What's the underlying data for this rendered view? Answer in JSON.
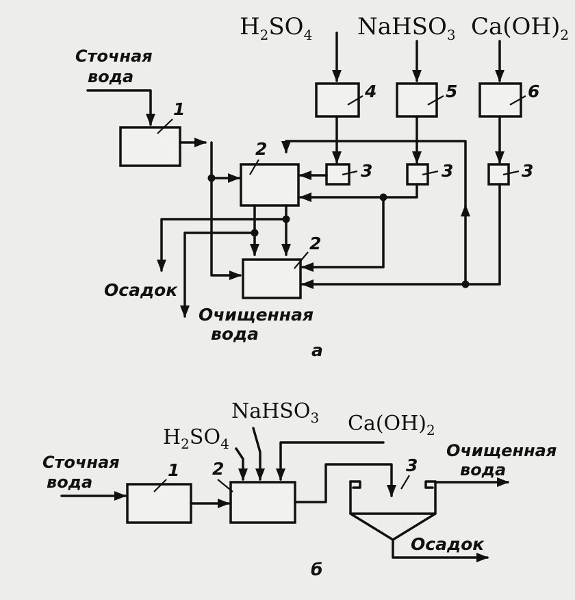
{
  "diagram_a": {
    "reagents": {
      "h2so4": {
        "base_1": "H",
        "sub_1": "2",
        "base_2": "SO",
        "sub_2": "4"
      },
      "nahso3": {
        "base": "NaHSO",
        "sub": "3"
      },
      "caoh2": {
        "base": "Ca(OH)",
        "sub": "2"
      }
    },
    "inflow_line1": "Сточная",
    "inflow_line2": "вода",
    "numbers": {
      "n1": "1",
      "n2_top": "2",
      "n2_bottom": "2",
      "n3_a": "3",
      "n3_b": "3",
      "n3_c": "3",
      "n4": "4",
      "n5": "5",
      "n6": "6"
    },
    "sediment": "Осадок",
    "outflow_line1": "Очищенная",
    "outflow_line2": "вода",
    "caption": "а"
  },
  "diagram_b": {
    "reagents": {
      "h2so4": {
        "base_1": "H",
        "sub_1": "2",
        "base_2": "SO",
        "sub_2": "4"
      },
      "nahso3": {
        "base": "NaHSO",
        "sub": "3"
      },
      "caoh2": {
        "base": "Ca(OH)",
        "sub": "2"
      }
    },
    "inflow_line1": "Сточная",
    "inflow_line2": "вода",
    "numbers": {
      "n1": "1",
      "n2": "2",
      "n3": "3"
    },
    "outflow_line1": "Очищенная",
    "outflow_line2": "вода",
    "sediment": "Осадок",
    "caption": "б"
  }
}
